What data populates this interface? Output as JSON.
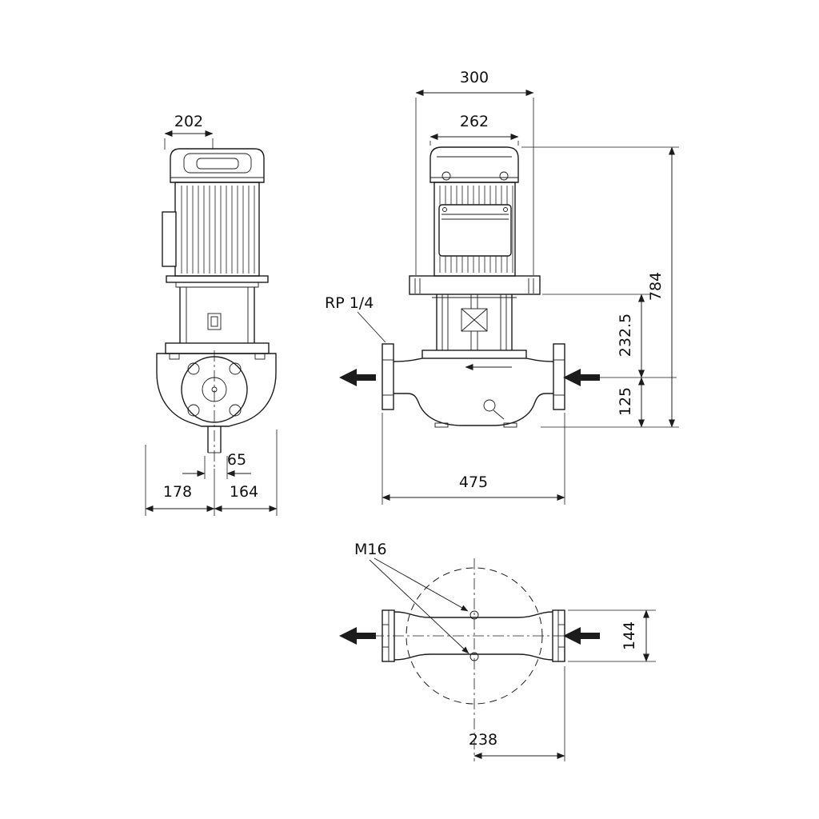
{
  "side_view": {
    "dim_width": "202",
    "dim_port": "65",
    "dim_left": "178",
    "dim_right": "164"
  },
  "front_view": {
    "dim_width_overall": "300",
    "dim_width_motor": "262",
    "label_plug": "RP 1/4",
    "dim_height_total": "784",
    "dim_height_mid": "232.5",
    "dim_height_port": "125",
    "dim_length": "475"
  },
  "plan_view": {
    "label_thread": "M16",
    "dim_port_height": "144",
    "dim_half_length": "238"
  }
}
